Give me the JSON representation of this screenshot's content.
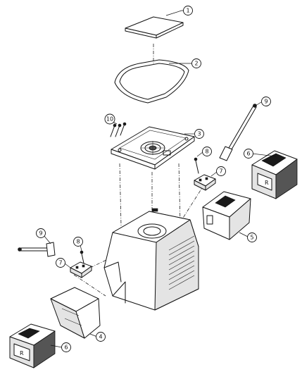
{
  "callouts": [
    {
      "label": "1"
    },
    {
      "label": "2"
    },
    {
      "label": "3"
    },
    {
      "label": "9"
    },
    {
      "label": "10"
    },
    {
      "label": "8"
    },
    {
      "label": "6"
    },
    {
      "label": "7"
    },
    {
      "label": "5"
    },
    {
      "label": "9"
    },
    {
      "label": "8"
    },
    {
      "label": "7"
    },
    {
      "label": "4"
    },
    {
      "label": "6"
    }
  ],
  "parts": {
    "battery_label_left": "R",
    "battery_label_right": "R"
  }
}
